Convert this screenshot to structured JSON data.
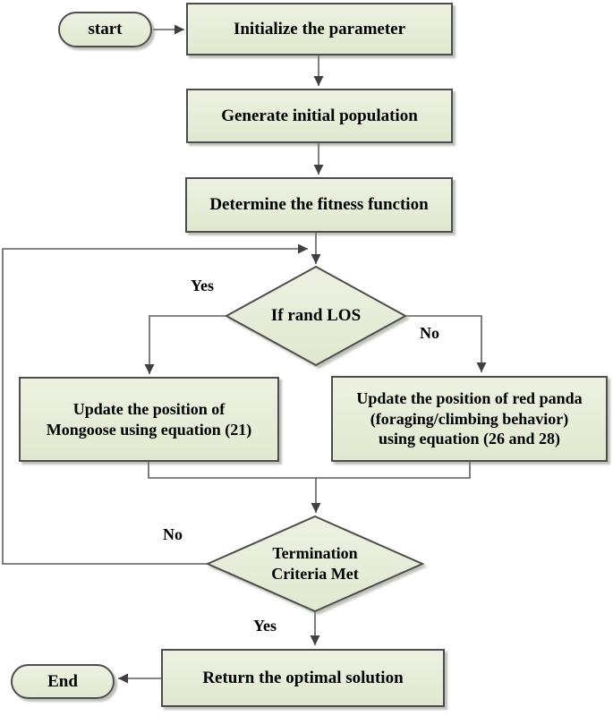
{
  "diagram_type": "flowchart",
  "nodes": {
    "start": {
      "label": "start",
      "shape": "terminator"
    },
    "initialize": {
      "label": "Initialize the parameter",
      "shape": "process"
    },
    "generate": {
      "label": "Generate initial population",
      "shape": "process"
    },
    "fitness": {
      "label": "Determine the fitness function",
      "shape": "process"
    },
    "rand_decision": {
      "label": "If rand LOS",
      "shape": "decision"
    },
    "update_mongoose": {
      "label": "Update the position of\nMongoose using equation (21)",
      "shape": "process"
    },
    "update_red_panda": {
      "label": "Update the position of red panda\n(foraging/climbing behavior)\nusing equation (26 and 28)",
      "shape": "process"
    },
    "termination": {
      "label": "Termination\nCriteria Met",
      "shape": "decision"
    },
    "return_solution": {
      "label": "Return the optimal solution",
      "shape": "process"
    },
    "end": {
      "label": "End",
      "shape": "terminator"
    }
  },
  "edge_labels": {
    "rand_yes": "Yes",
    "rand_no": "No",
    "termination_no": "No",
    "termination_yes": "Yes"
  },
  "colors": {
    "node_fill_top": "#eef1e2",
    "node_fill_bottom": "#e1e8cf",
    "node_border": "#4d4d4d",
    "connector_line": "#5f5f5f",
    "arrowhead": "#404040",
    "text": "#000000",
    "background": "#ffffff"
  }
}
